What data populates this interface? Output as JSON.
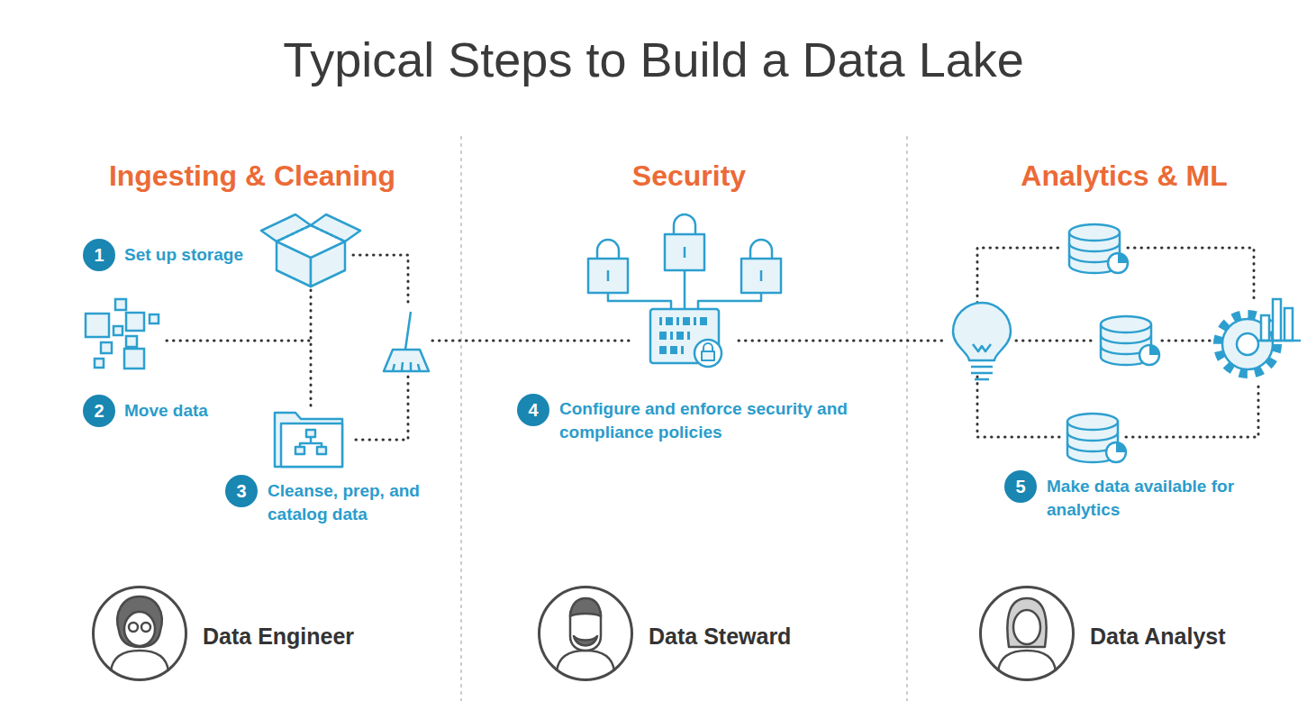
{
  "diagram": {
    "title": "Typical Steps to Build a Data Lake",
    "nodes": [
      {
        "text": [
          "1"
        ]
      },
      {
        "text": [
          "2"
        ]
      },
      {
        "text": [
          "3"
        ]
      },
      {
        "text": [
          "Data Engineer"
        ]
      },
      {
        "text": [
          "4"
        ]
      },
      {
        "text": [
          "Data Steward"
        ]
      },
      {
        "text": [
          "5"
        ]
      },
      {
        "text": [
          "Data Analyst"
        ]
      }
    ],
    "labels": [
      "Ingesting & Cleaning",
      "Set up storage",
      "Move data",
      "Cleanse, prep, and catalog data",
      "Security",
      "Configure and enforce security and compliance policies",
      "Analytics & ML",
      "Make data available for analytics"
    ]
  }
}
